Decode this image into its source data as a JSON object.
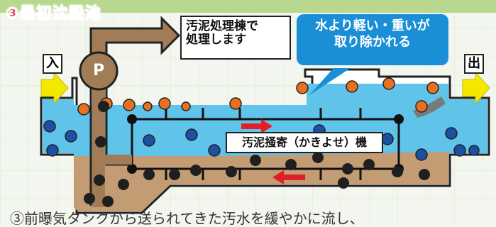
{
  "title": "③最初沈殿池",
  "sludge_note": [
    "汚泥処理棟で",
    "処理します"
  ],
  "callout": [
    "水より軽い・重いが",
    "取り除かれる"
  ],
  "inlet_label": "入",
  "outlet_label": "出",
  "pump_label": "P",
  "scraper_label": "汚泥掻寄（かきよせ）機",
  "caption": "③前曝気タンクから送られてきた汚水を緩やかに流し、",
  "colors": {
    "water": "#5fc3ea",
    "sludge": "#c39c74",
    "callout": "#1a8fd6",
    "float_ball": "#e8701e",
    "sink_ball": "#1f1f1f",
    "neutral_ball": "#1d4fa3",
    "arrow_yellow": "#f5e800",
    "arrow_red": "#e21f26",
    "pipe_brown": "#a27c56"
  }
}
